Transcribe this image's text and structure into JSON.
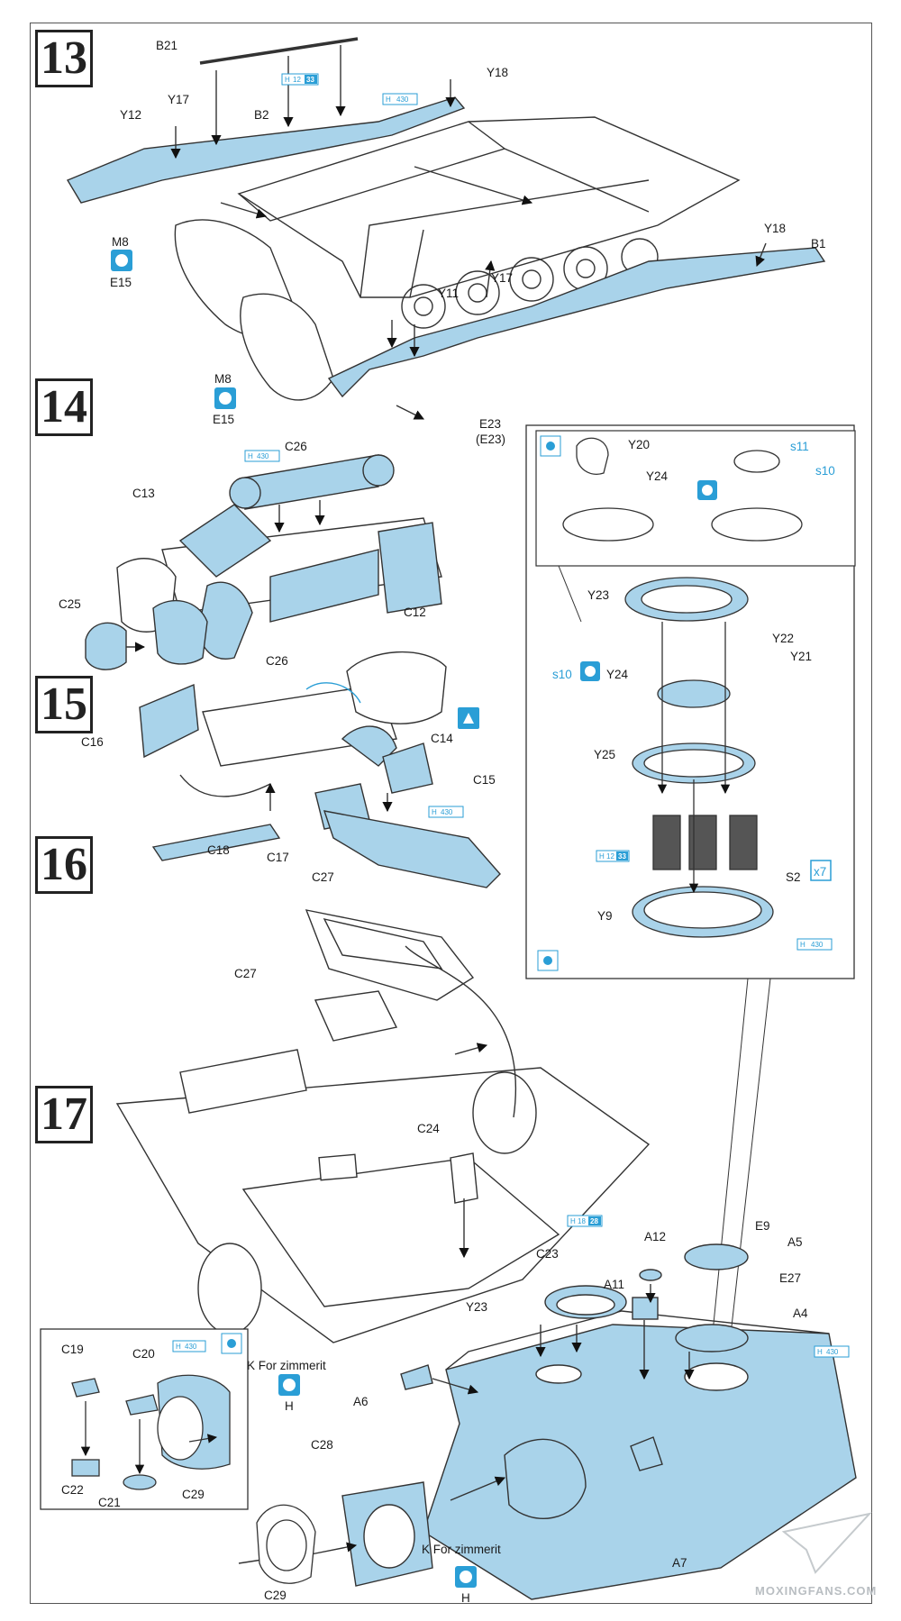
{
  "steps": [
    "13",
    "14",
    "15",
    "16",
    "17"
  ],
  "colors": {
    "part_highlight": "#a9d3ea",
    "outline": "#333333",
    "accent": "#2a9ed6",
    "background": "#ffffff"
  },
  "icons": [
    "cement-icon",
    "photo-etch-icon",
    "resin-drop-icon",
    "paint-h-icon"
  ],
  "step13": {
    "labels": [
      "B21",
      "Y18",
      "Y12",
      "Y17",
      "B2",
      "M8",
      "E15",
      "Y18",
      "B1",
      "Y11",
      "Y17",
      "M8",
      "E15",
      "E23",
      "(E23)"
    ],
    "paint": [
      "H",
      "12",
      "33",
      "H",
      "430"
    ]
  },
  "step14": {
    "labels": [
      "C26",
      "C13",
      "C25",
      "C12"
    ],
    "paint": [
      "H",
      "430"
    ]
  },
  "step15": {
    "labels": [
      "C26",
      "C16",
      "C14",
      "C15",
      "C18",
      "C17",
      "C27"
    ],
    "paint": [
      "H",
      "430"
    ]
  },
  "inset": {
    "labels": [
      "Y20",
      "Y24",
      "s11",
      "s10",
      "Y23",
      "Y22",
      "Y21",
      "s10",
      "Y24",
      "Y25",
      "S2",
      "x7",
      "Y9"
    ],
    "paint": [
      "H",
      "12",
      "33",
      "H",
      "430"
    ]
  },
  "step16": {
    "labels": [
      "C27",
      "C24",
      "C23",
      "K For zimmerit",
      "H"
    ],
    "paint": [
      "H",
      "18",
      "28"
    ]
  },
  "step17": {
    "labels": [
      "E9",
      "A12",
      "A5",
      "A11",
      "E27",
      "Y23",
      "A4",
      "A6",
      "C28",
      "A7",
      "K For zimmerit",
      "H",
      "C29"
    ],
    "paint": [
      "H",
      "430"
    ]
  },
  "step17_inset": {
    "labels": [
      "C19",
      "C20",
      "C22",
      "C21",
      "C29"
    ],
    "paint": [
      "H",
      "430"
    ]
  },
  "watermark": "MOXINGFANS.COM"
}
